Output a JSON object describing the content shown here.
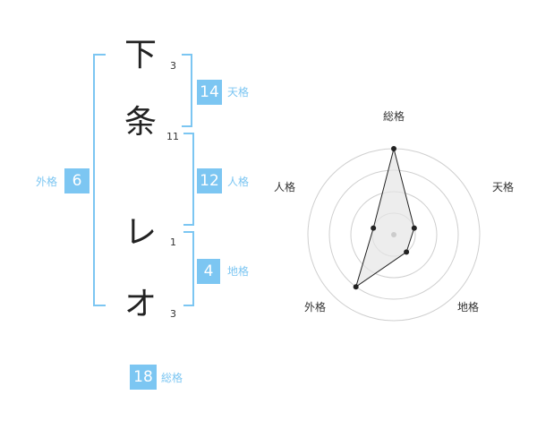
{
  "name": {
    "chars": [
      {
        "char": "下",
        "strokes": "3"
      },
      {
        "char": "条",
        "strokes": "11"
      },
      {
        "char": "レ",
        "strokes": "1"
      },
      {
        "char": "オ",
        "strokes": "3"
      }
    ]
  },
  "fortunes": {
    "tenkaku": {
      "value": "14",
      "label": "天格"
    },
    "jinkaku": {
      "value": "12",
      "label": "人格"
    },
    "chikaku": {
      "value": "4",
      "label": "地格"
    },
    "gaikaku": {
      "value": "6",
      "label": "外格"
    },
    "soukaku": {
      "value": "18",
      "label": "総格"
    }
  },
  "radar": {
    "axes": [
      "総格",
      "天格",
      "地格",
      "外格",
      "人格"
    ],
    "levels": 4,
    "values": [
      4,
      1,
      1,
      3,
      1
    ],
    "colors": {
      "ring": "#cfcfcf",
      "fill": "#e6e6e6",
      "line": "#222222",
      "center": "#cccccc"
    }
  },
  "colors": {
    "accent": "#7cc6f2"
  }
}
